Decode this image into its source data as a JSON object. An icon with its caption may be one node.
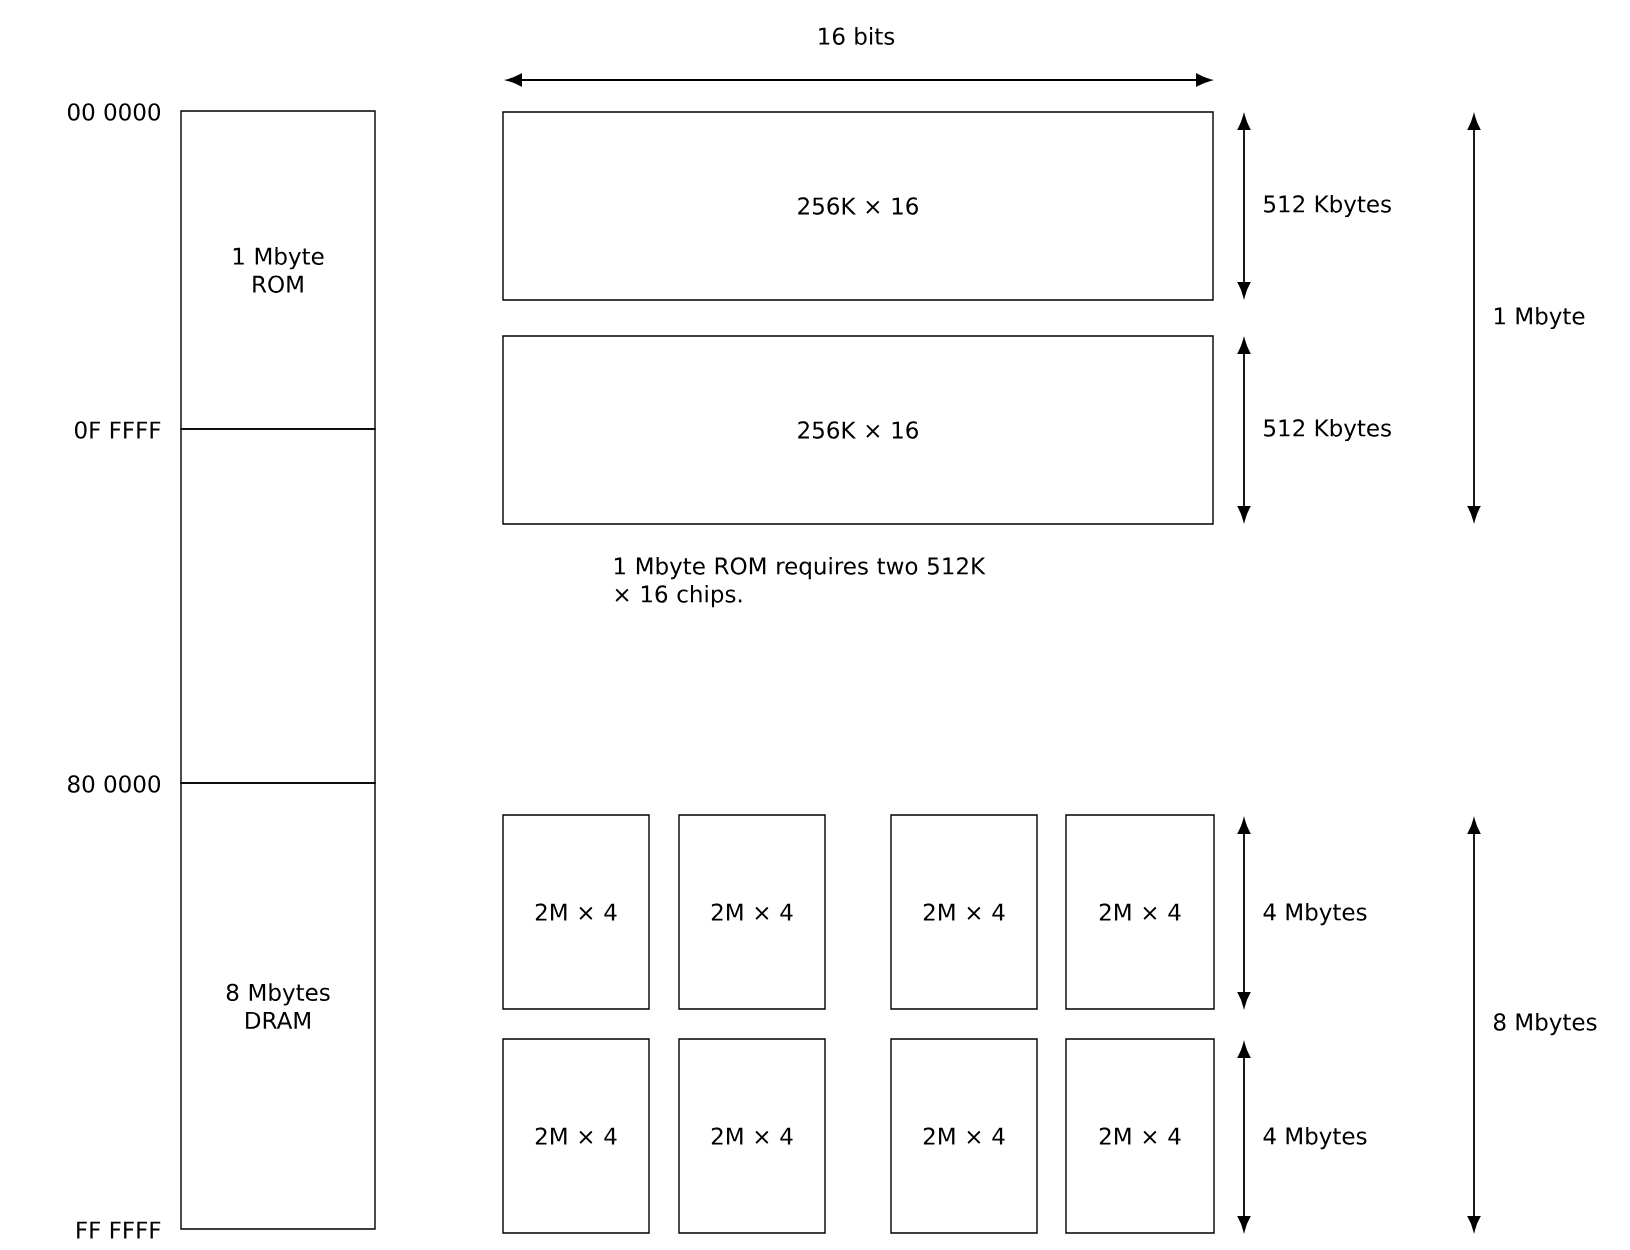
{
  "diagram": {
    "nodes": [
      {
        "text": [
          "1 Mbyte ROM"
        ]
      },
      {
        "text": [],
        "shape": "box"
      },
      {
        "text": [
          "8 Mbytes DRAM"
        ]
      },
      {
        "text": [
          "256K × 16"
        ]
      },
      {
        "text": [
          "256K × 16"
        ]
      },
      {
        "text": [
          "2M × 4"
        ]
      },
      {
        "text": [
          "2M × 4"
        ]
      },
      {
        "text": [
          "2M × 4"
        ]
      },
      {
        "text": [
          "2M × 4"
        ]
      },
      {
        "text": [
          "2M × 4"
        ]
      },
      {
        "text": [
          "2M × 4"
        ]
      },
      {
        "text": [
          "2M × 4"
        ]
      },
      {
        "text": [
          "2M × 4"
        ]
      }
    ],
    "labels": [
      "16 bits",
      "00 0000",
      "512 Kbytes",
      "1 Mbyte",
      "0F FFFF",
      "512 Kbytes",
      "1 Mbyte ROM requires two 512K × 16 chips.",
      "80 0000",
      "4 Mbytes",
      "8 Mbytes",
      "4 Mbytes",
      "FF FFFF"
    ]
  }
}
